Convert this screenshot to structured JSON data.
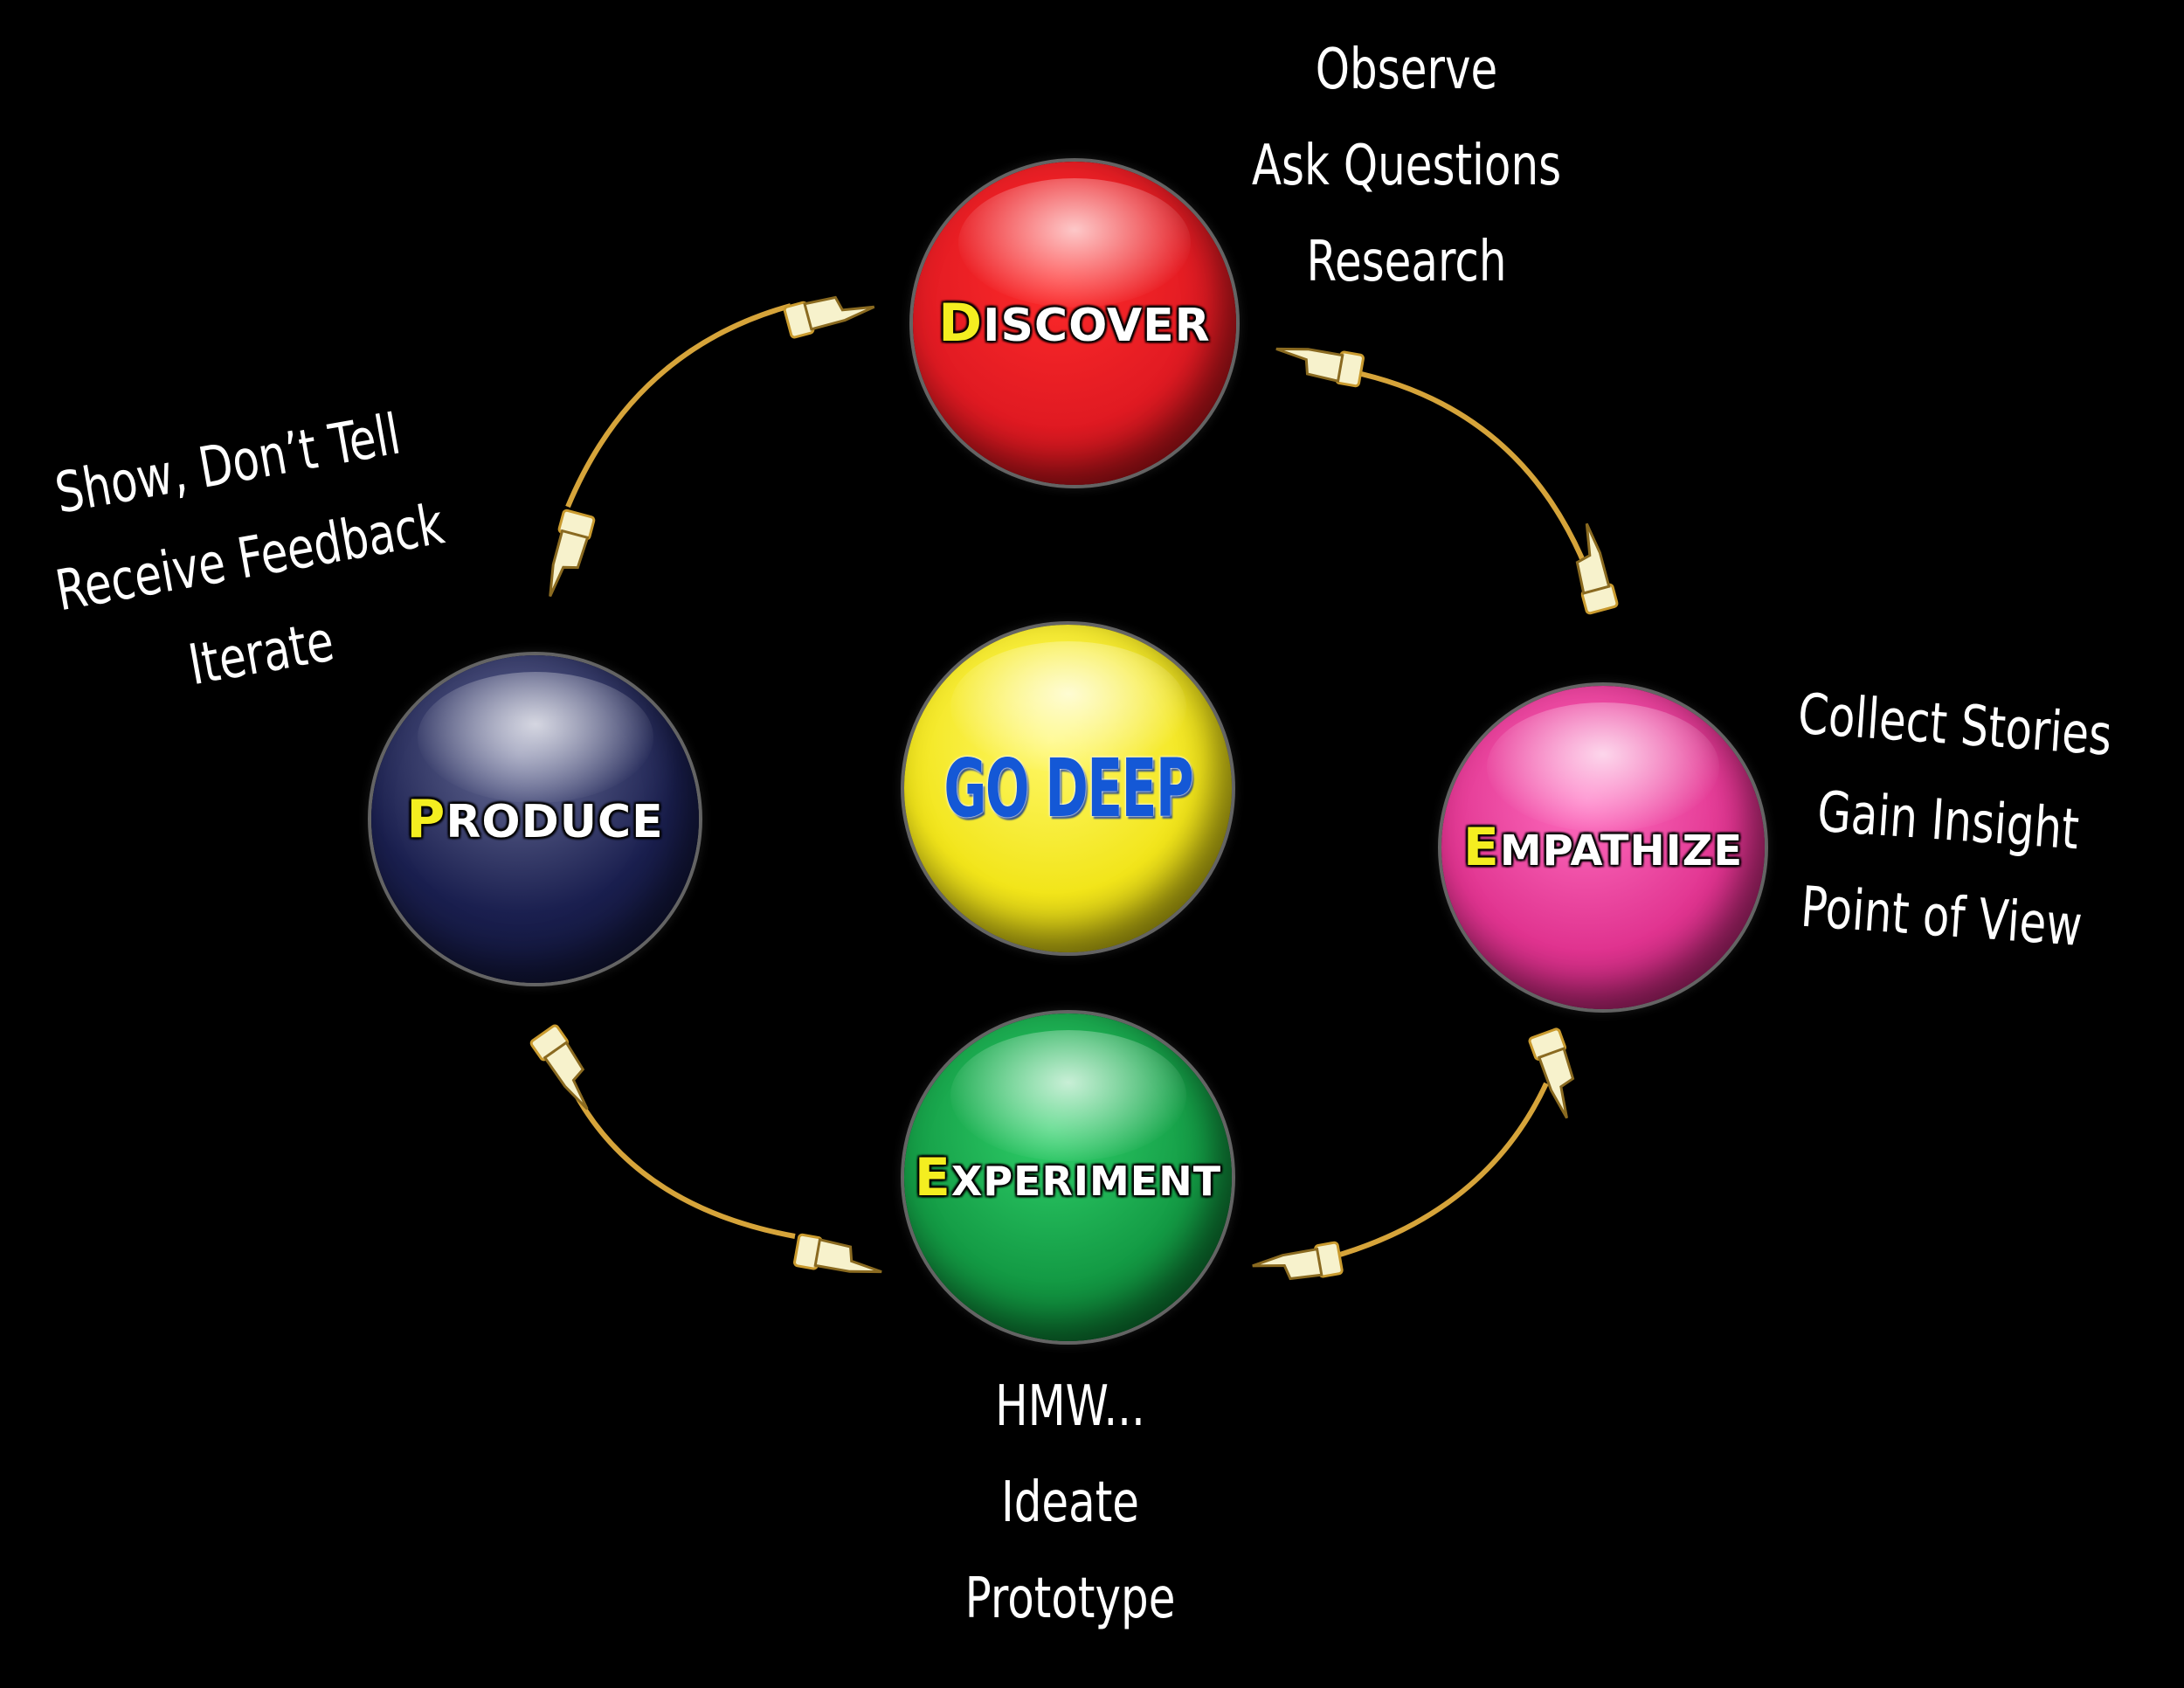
{
  "center": {
    "label": "GO DEEP"
  },
  "stages": {
    "discover": {
      "first": "D",
      "rest": "ISCOVER"
    },
    "empathize": {
      "first": "E",
      "rest": "MPATHIZE"
    },
    "experiment": {
      "first": "E",
      "rest": "XPERIMENT"
    },
    "produce": {
      "first": "P",
      "rest": "RODUCE"
    }
  },
  "notes": {
    "discover": [
      "Observe",
      "Ask Questions",
      "Research"
    ],
    "empathize": [
      "Collect Stories",
      "Gain Insight",
      "Point of View"
    ],
    "experiment": [
      "HMW...",
      "Ideate",
      "Prototype"
    ],
    "produce": [
      "Show, Don’t Tell",
      "Receive Feedback",
      "Iterate"
    ]
  },
  "colors": {
    "discover": "#e01a22",
    "empathize": "#e0338f",
    "experiment": "#139a44",
    "produce": "#1a1f4f",
    "center": "#f2e51a",
    "connector": "#d6a43a",
    "hand": "#f7f2cc"
  },
  "icons": [
    "pointing-hand-icon"
  ]
}
